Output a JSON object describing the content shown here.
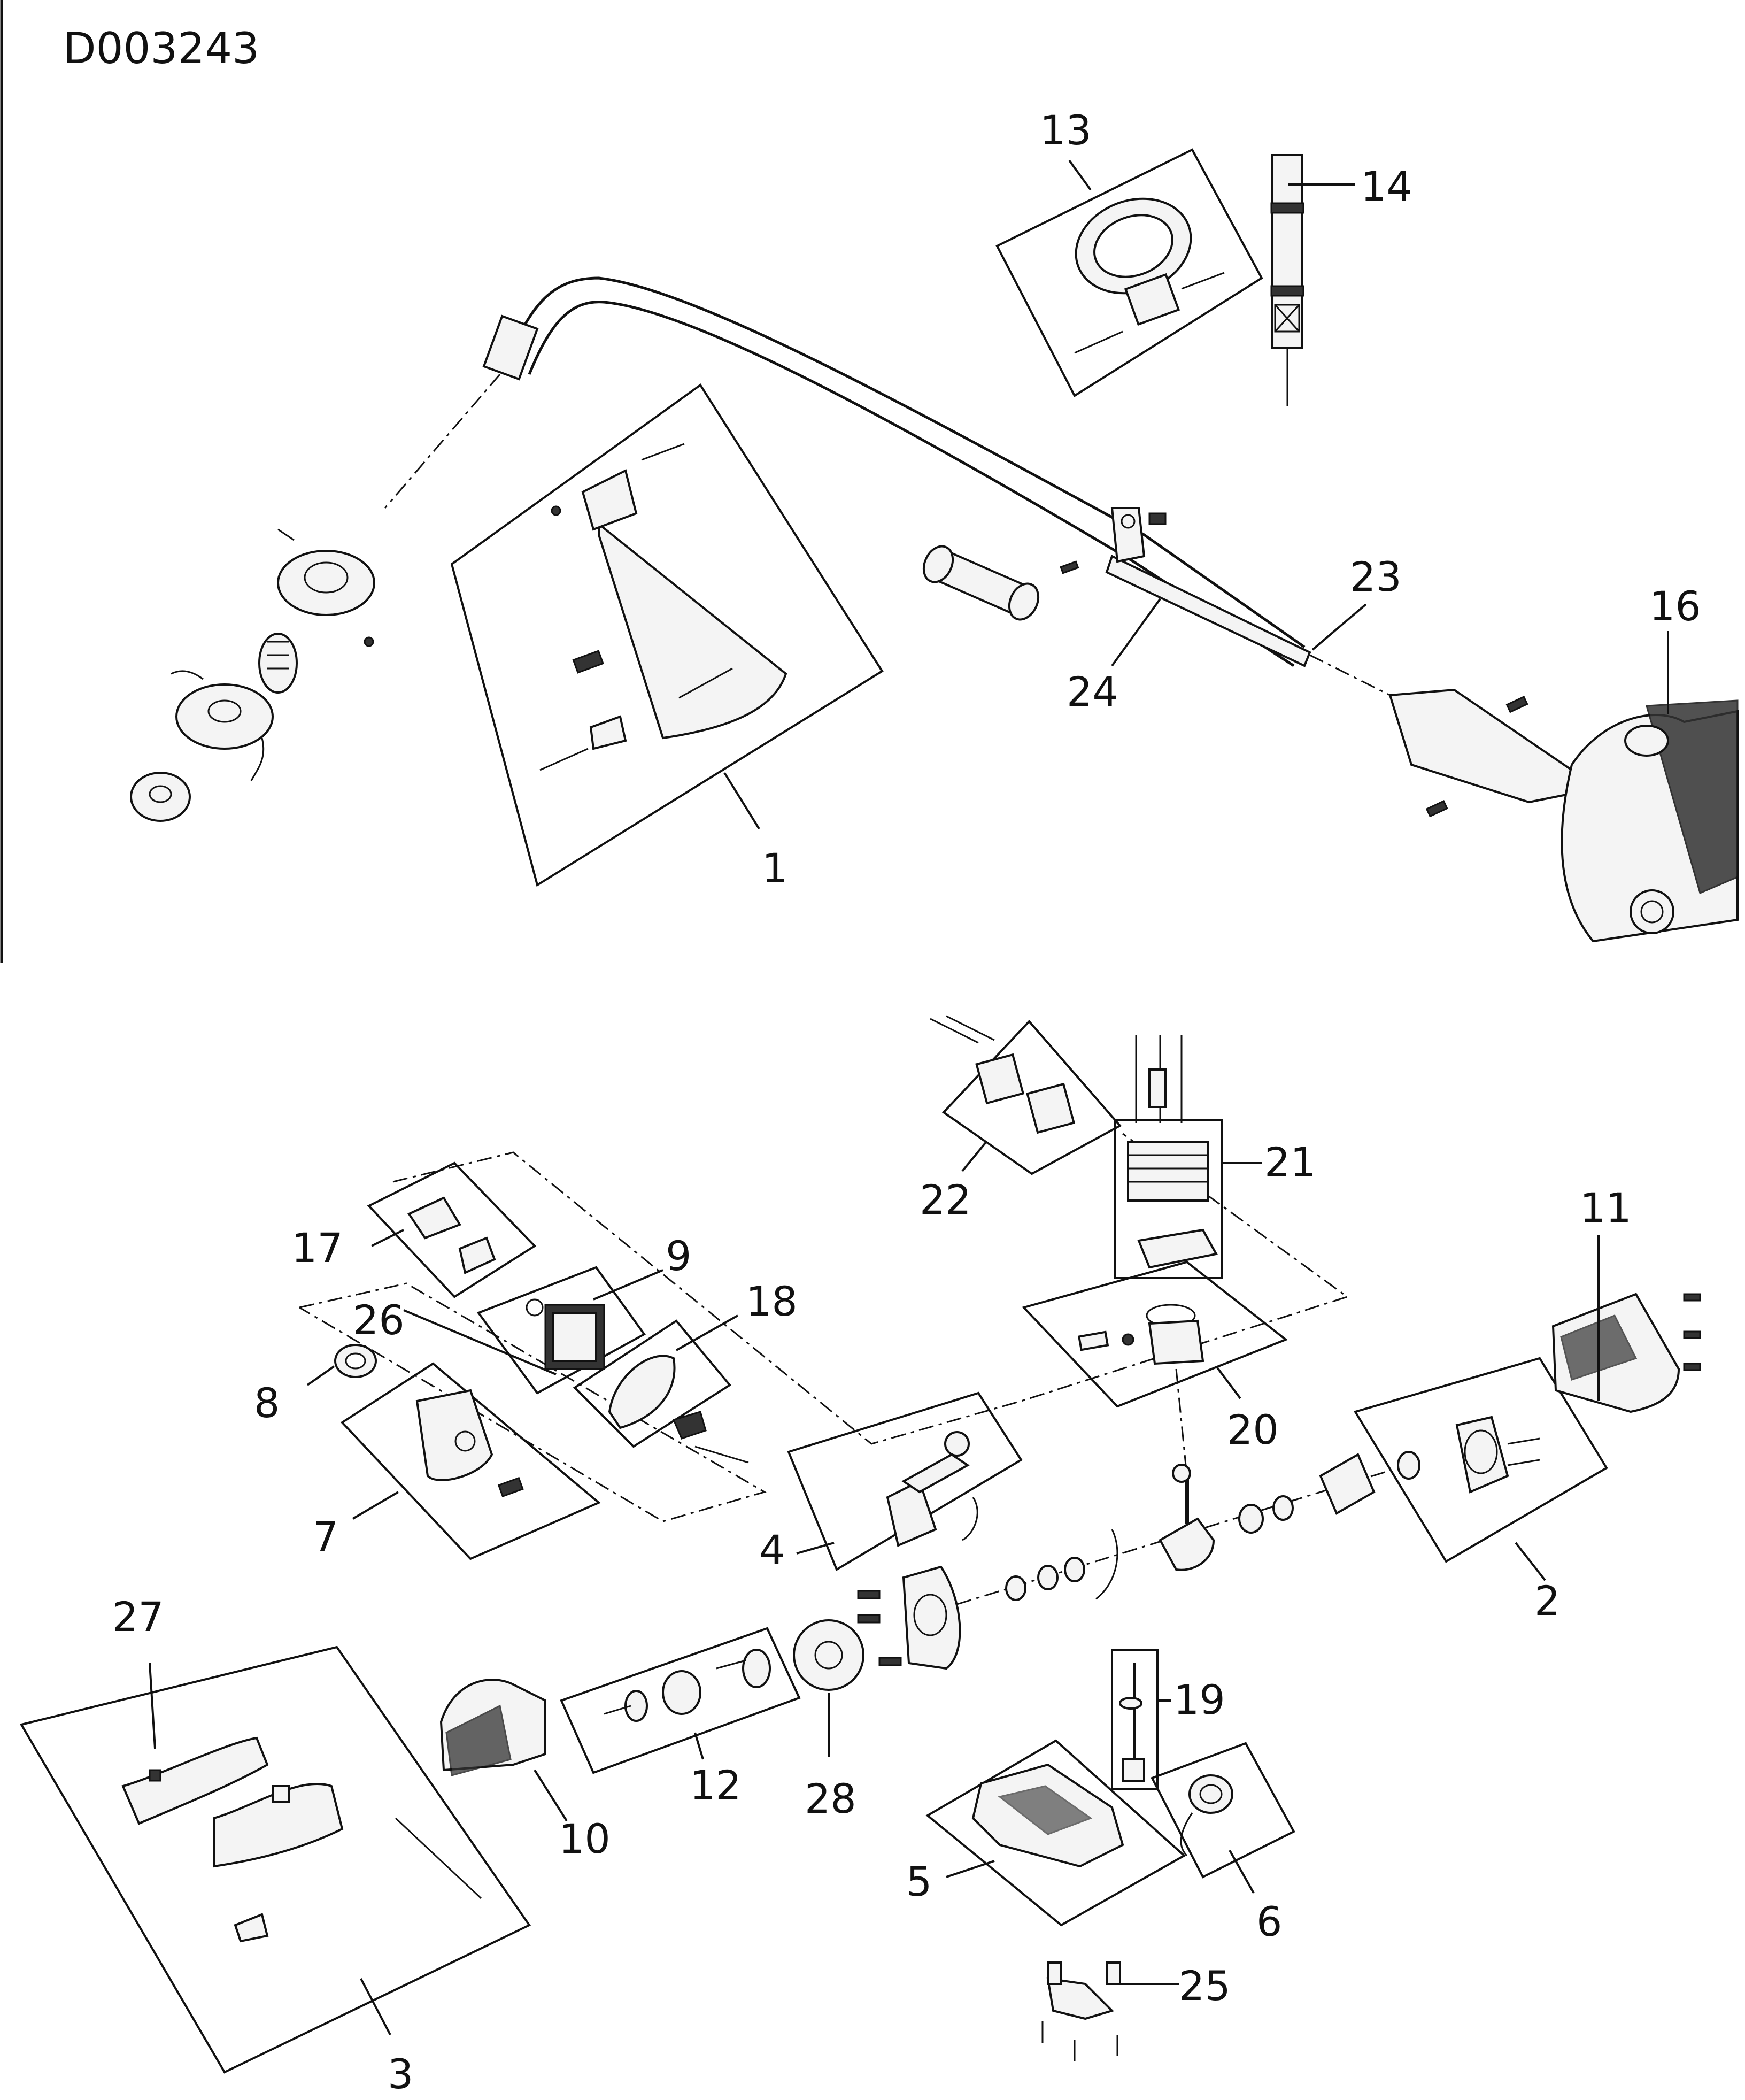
{
  "document_code": "D003243",
  "parts": [
    {
      "id": "p1",
      "number": "1"
    },
    {
      "id": "p2",
      "number": "2"
    },
    {
      "id": "p3",
      "number": "3"
    },
    {
      "id": "p4",
      "number": "4"
    },
    {
      "id": "p5",
      "number": "5"
    },
    {
      "id": "p6",
      "number": "6"
    },
    {
      "id": "p7",
      "number": "7"
    },
    {
      "id": "p8",
      "number": "8"
    },
    {
      "id": "p9",
      "number": "9"
    },
    {
      "id": "p10",
      "number": "10"
    },
    {
      "id": "p11",
      "number": "11"
    },
    {
      "id": "p12",
      "number": "12"
    },
    {
      "id": "p13",
      "number": "13"
    },
    {
      "id": "p14",
      "number": "14"
    },
    {
      "id": "p16",
      "number": "16"
    },
    {
      "id": "p17",
      "number": "17"
    },
    {
      "id": "p18",
      "number": "18"
    },
    {
      "id": "p19",
      "number": "19"
    },
    {
      "id": "p20",
      "number": "20"
    },
    {
      "id": "p21",
      "number": "21"
    },
    {
      "id": "p22",
      "number": "22"
    },
    {
      "id": "p23",
      "number": "23"
    },
    {
      "id": "p24",
      "number": "24"
    },
    {
      "id": "p25",
      "number": "25"
    },
    {
      "id": "p26",
      "number": "26"
    },
    {
      "id": "p27",
      "number": "27"
    },
    {
      "id": "p28",
      "number": "28"
    }
  ]
}
